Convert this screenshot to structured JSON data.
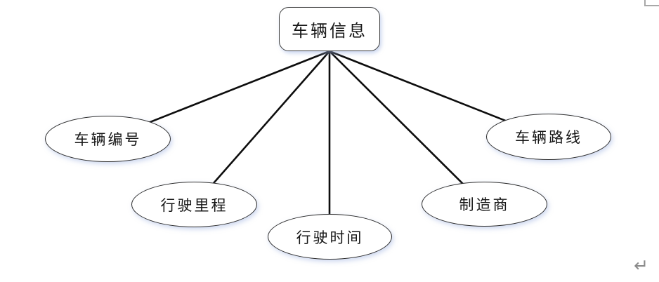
{
  "diagram": {
    "root": {
      "label": "车辆信息"
    },
    "attributes": [
      {
        "label": "车辆编号"
      },
      {
        "label": "行驶里程"
      },
      {
        "label": "行驶时间"
      },
      {
        "label": "制造商"
      },
      {
        "label": "车辆路线"
      }
    ],
    "connector_color": "#0d0d0d",
    "marks": {
      "return_mark": "↵"
    }
  }
}
